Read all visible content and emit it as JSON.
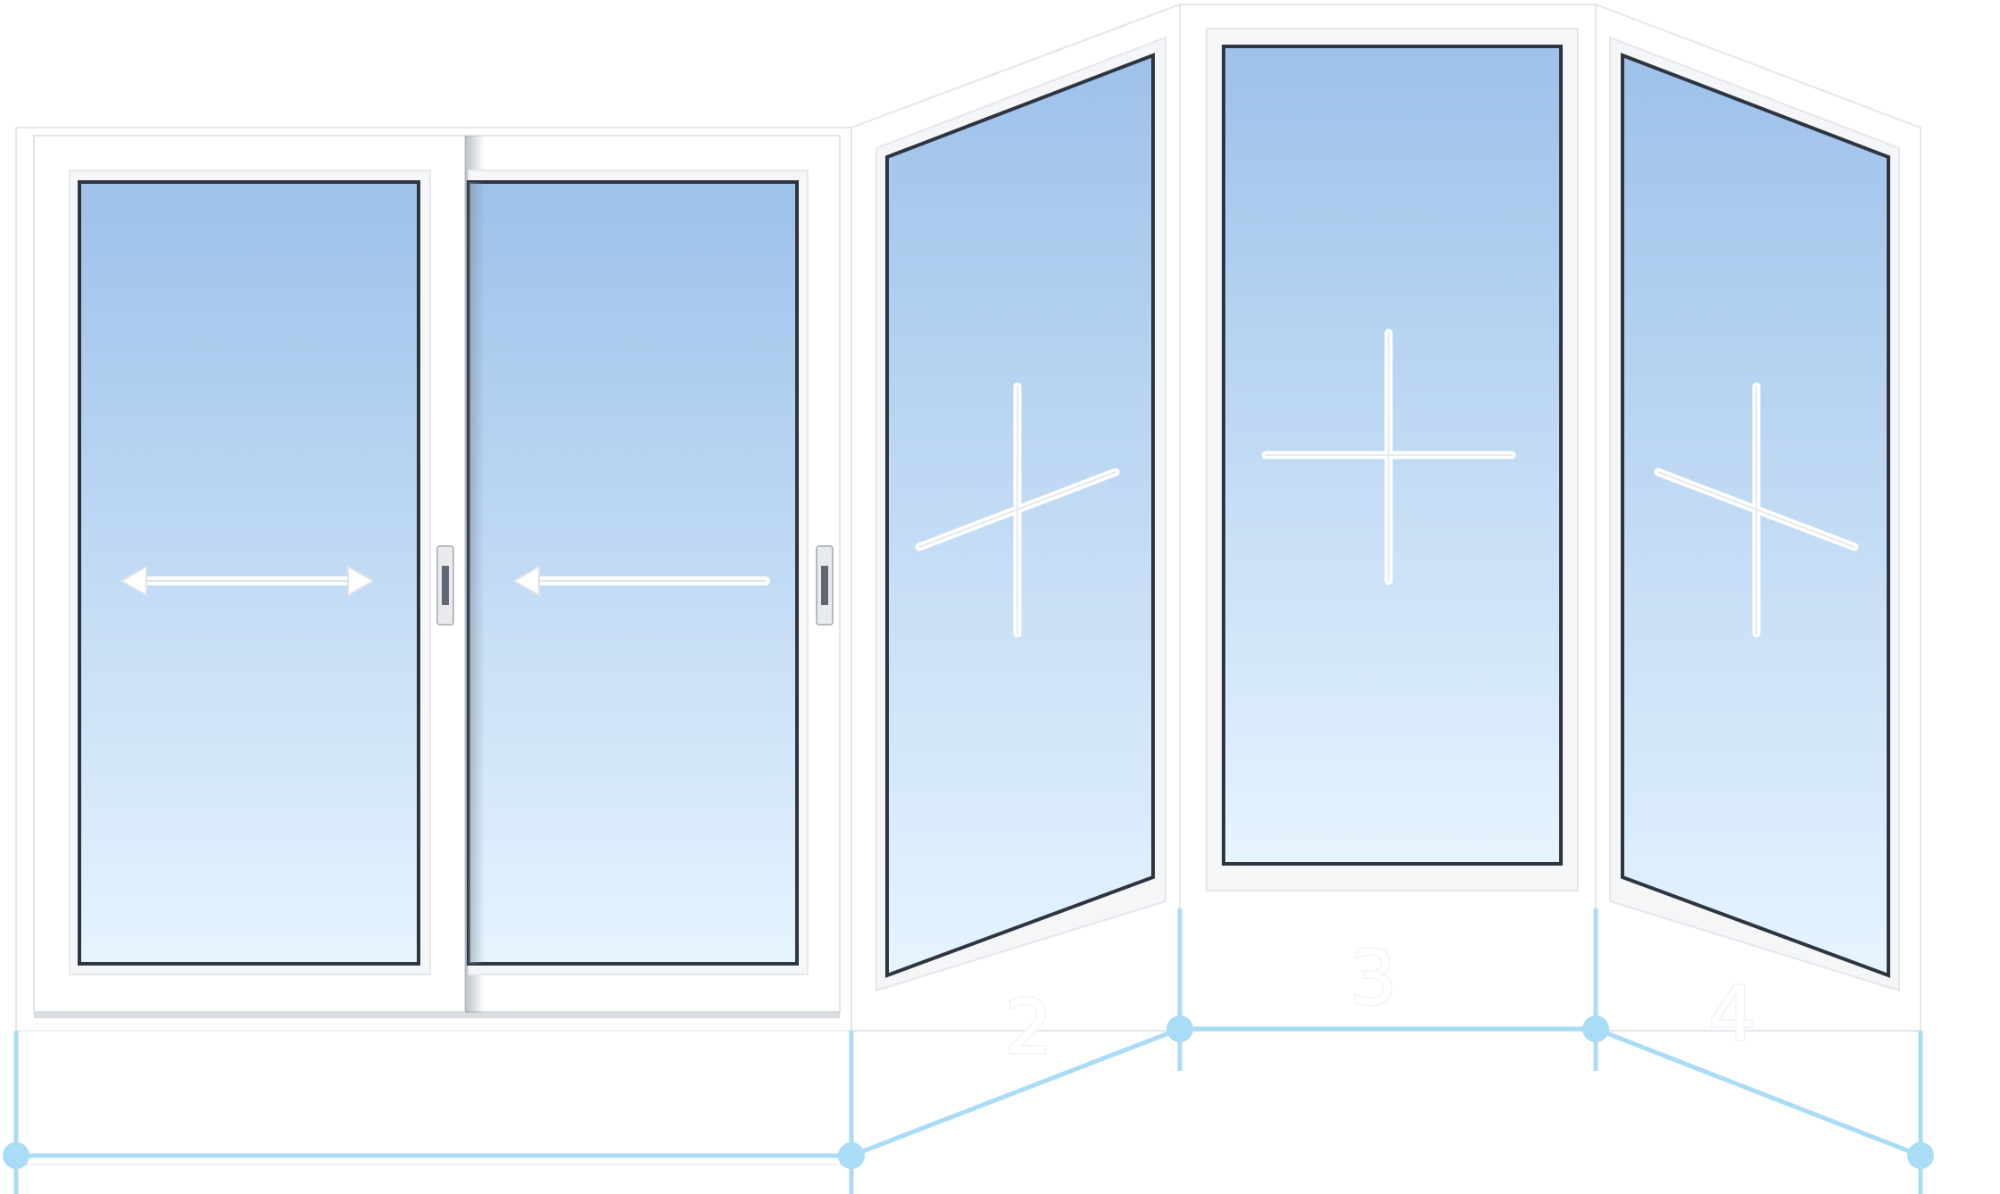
{
  "diagram": {
    "segments": [
      {
        "id": "1",
        "label": "",
        "type": "sliding",
        "sashes": [
          "slide-both",
          "slide-left"
        ]
      },
      {
        "id": "2",
        "label": "2",
        "type": "fixed-angled-left"
      },
      {
        "id": "3",
        "label": "3",
        "type": "fixed-center"
      },
      {
        "id": "4",
        "label": "4",
        "type": "fixed-angled-right"
      }
    ],
    "colors": {
      "frame": "#ffffff",
      "frame_edge": "#e3e7ec",
      "glass_top": "#9dc1ea",
      "glass_bottom": "#e6f4ff",
      "glass_border": "#2e3440",
      "dimension": "#a9dcf7"
    },
    "icons": [
      "double-arrow-icon",
      "left-arrow-icon",
      "handle-icon",
      "fixed-cross-icon"
    ]
  }
}
